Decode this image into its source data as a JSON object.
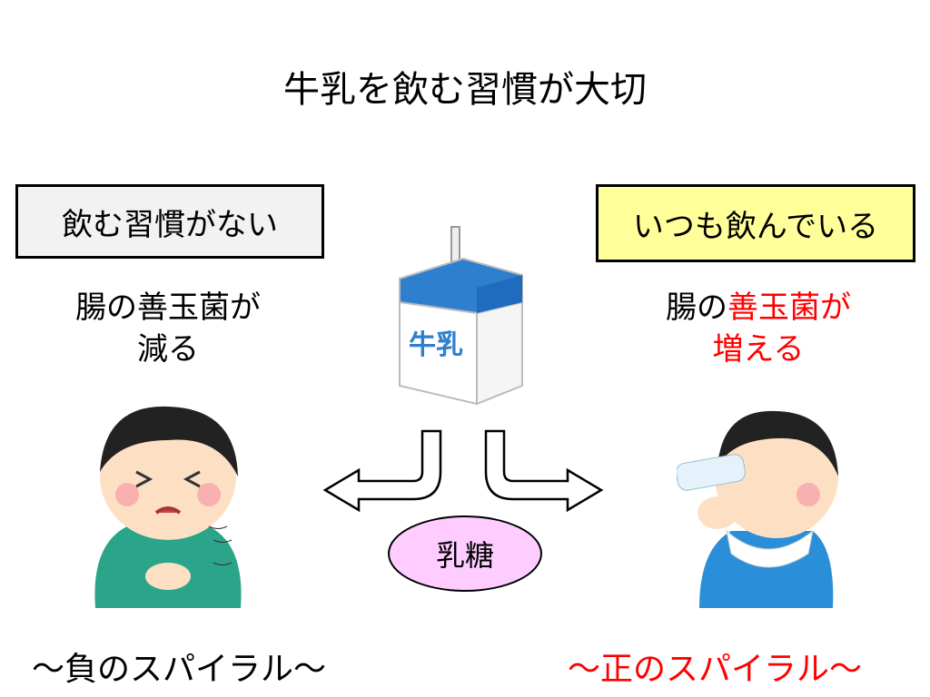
{
  "title": "牛乳を飲む習慣が大切",
  "left": {
    "label": "飲む習慣がない",
    "effect_line1": "腸の善玉菌が",
    "effect_line2": "減る",
    "spiral": "～負のスパイラル～"
  },
  "right": {
    "label": "いつも飲んでいる",
    "effect_prefix": "腸の",
    "effect_highlight": "善玉菌が",
    "effect_line2": "増える",
    "spiral": "～正のスパイラル～"
  },
  "carton_text": "牛乳",
  "lactose": "乳糖",
  "colors": {
    "highlight": "#ff0000",
    "left_box": "#f2f2f2",
    "right_box": "#ffff99",
    "lactose": "#ffccff",
    "carton_blue": "#2f7fcf"
  }
}
